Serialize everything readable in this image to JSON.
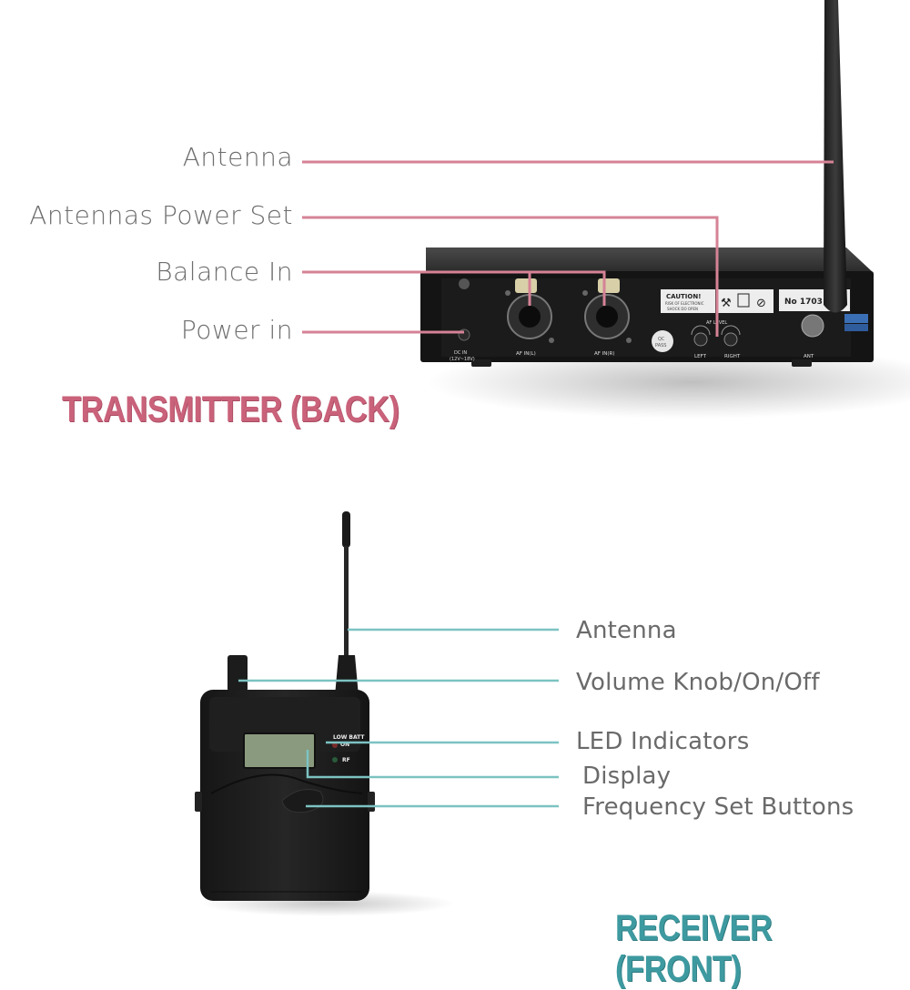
{
  "transmitter": {
    "title": "TRANSMITTER (BACK)",
    "callouts": [
      "Antenna",
      "Antennas Power Set",
      "Balance In",
      "Power in"
    ],
    "panel": {
      "caution_title": "CAUTION!",
      "caution_line1": "RISK OF ELECTRONIC",
      "caution_line2": "SHOCK DO OPEN",
      "serial": "No 1703",
      "dc_in": "DC IN",
      "dc_voltage": "(12V~18V)",
      "af_in_l": "AF IN(L)",
      "af_in_r": "AF IN(R)",
      "qc_line1": "QC",
      "qc_line2": "PASS",
      "af_level": "AF LEVEL",
      "left": "LEFT",
      "right": "RIGHT",
      "ant": "ANT"
    }
  },
  "receiver": {
    "title": "RECEIVER (FRONT)",
    "callouts": [
      "Antenna",
      "Volume Knob/On/Off",
      "LED Indicators",
      "Display",
      "Frequency Set Buttons"
    ],
    "panel": {
      "low_batt": "LOW BATT",
      "on": "ON",
      "rf": "RF"
    }
  },
  "colors": {
    "transmitter_accent": "#c9627a",
    "receiver_accent": "#3d9aa0",
    "tx_line": "#d68296",
    "rx_line": "#7cc3c2"
  }
}
